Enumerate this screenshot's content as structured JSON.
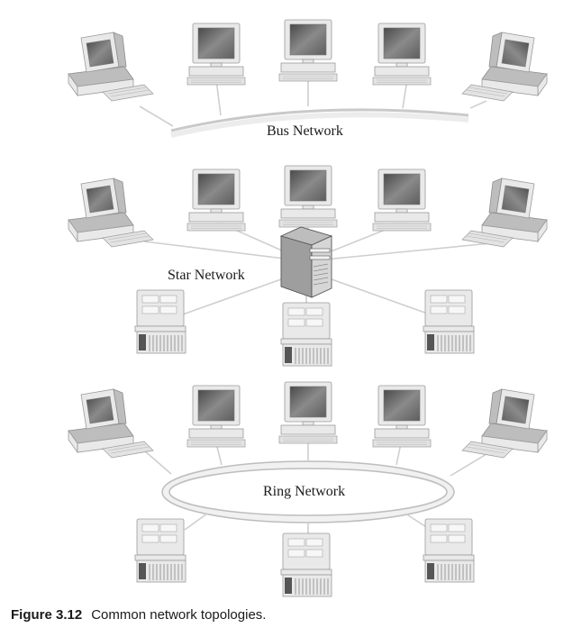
{
  "networks": {
    "bus": {
      "label": "Bus Network"
    },
    "star": {
      "label": "Star Network"
    },
    "ring": {
      "label": "Ring Network"
    }
  },
  "caption": {
    "number": "Figure 3.12",
    "text": "Common network topologies."
  }
}
